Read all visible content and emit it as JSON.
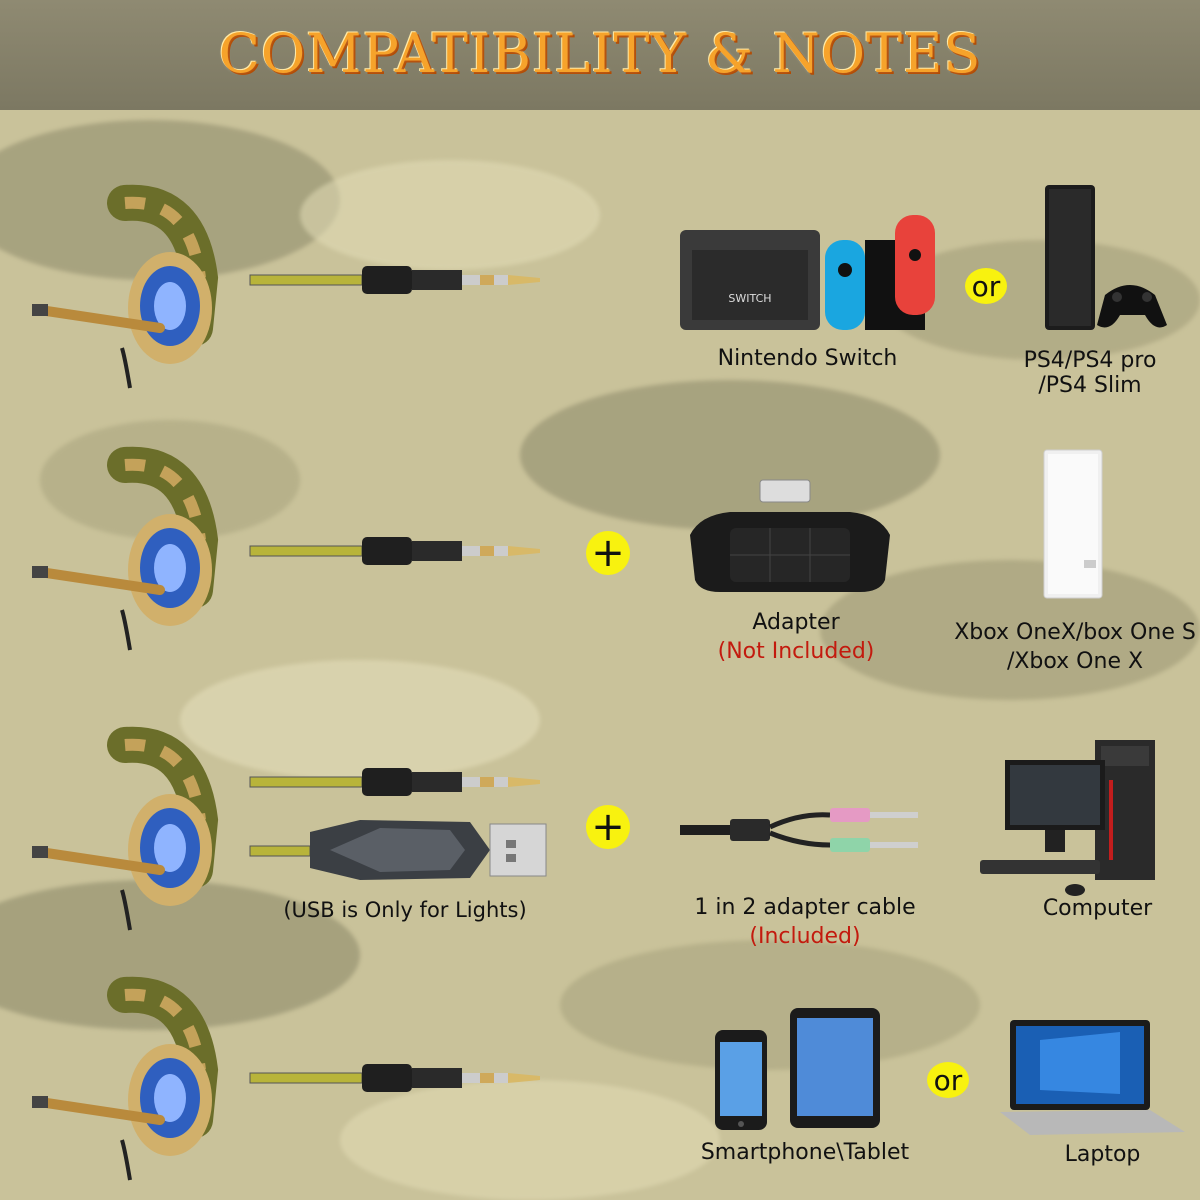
{
  "header": {
    "title": "COMPATIBILITY & NOTES"
  },
  "rows": [
    {
      "devices": [
        {
          "label_lines": [
            "Nintendo Switch"
          ],
          "icon": "nintendo-switch-icon"
        },
        {
          "label_lines": [
            "PS4/PS4 pro",
            "/PS4 Slim"
          ],
          "icon": "ps4-console-icon"
        }
      ],
      "joiner": "or"
    },
    {
      "adapter_label": "Adapter",
      "adapter_note": "(Not Included)",
      "device_label_lines": [
        "Xbox OneX/box One S",
        "/Xbox One X"
      ],
      "joiner": "+"
    },
    {
      "usb_note": "(USB is Only for Lights)",
      "adapter_label": "1 in 2 adapter cable",
      "adapter_note": "(Included)",
      "device_label": "Computer",
      "joiner": "+"
    },
    {
      "devices": [
        {
          "label": "Smartphone\\Tablet",
          "icon": "smartphone-tablet-icon"
        },
        {
          "label": "Laptop",
          "icon": "laptop-icon"
        }
      ],
      "joiner": "or"
    }
  ],
  "colors": {
    "accent": "#f6a32b",
    "note_red": "#c31a0e",
    "joiner_yellow": "#f8f20f"
  }
}
